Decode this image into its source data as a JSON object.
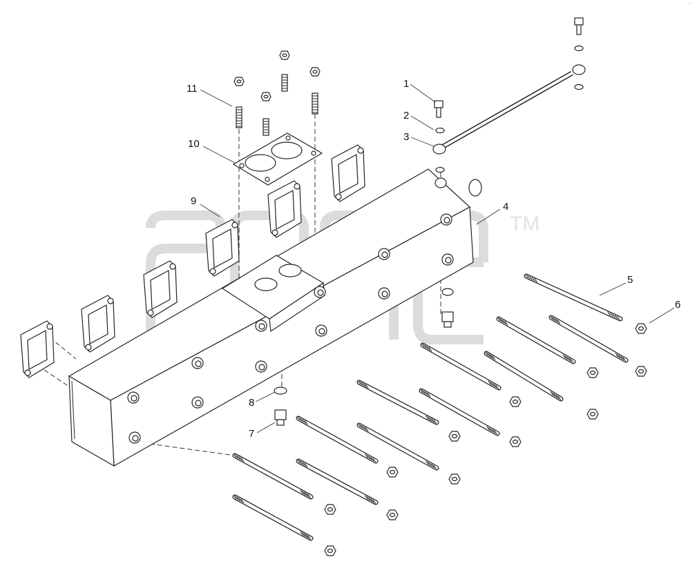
{
  "diagram": {
    "watermark_mark": "TM",
    "corner_mark": "- -",
    "callouts": [
      {
        "label": "1"
      },
      {
        "label": "2"
      },
      {
        "label": "3"
      },
      {
        "label": "4"
      },
      {
        "label": "5"
      },
      {
        "label": "6"
      },
      {
        "label": "7"
      },
      {
        "label": "8"
      },
      {
        "label": "9"
      },
      {
        "label": "10"
      },
      {
        "label": "11"
      }
    ]
  }
}
